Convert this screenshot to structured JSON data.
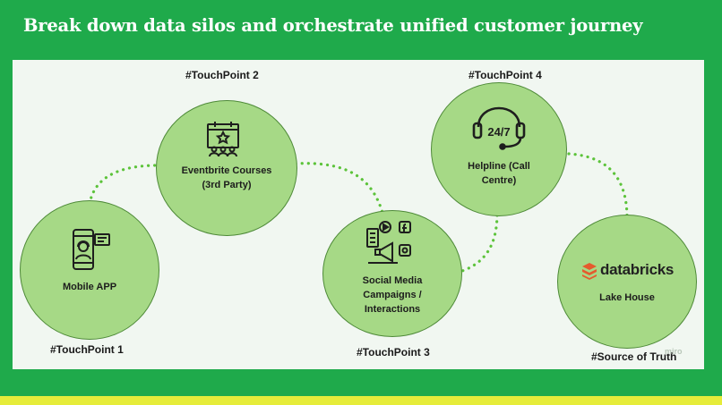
{
  "title": "Break down data silos and orchestrate unified customer journey",
  "touchpoints": {
    "tp1": "#TouchPoint 1",
    "tp2": "#TouchPoint 2",
    "tp3": "#TouchPoint 3",
    "tp4": "#TouchPoint 4",
    "source": "#Source of Truth"
  },
  "nodes": {
    "mobile": {
      "label": "Mobile APP",
      "icon": "mobile-support-icon"
    },
    "eventbrite": {
      "label_line1": "Eventbrite Courses",
      "label_line2": "(3rd Party)",
      "icon": "event-calendar-icon"
    },
    "social": {
      "label_line1": "Social Media",
      "label_line2": "Campaigns /",
      "label_line3": "Interactions",
      "icon": "social-media-icon"
    },
    "helpline": {
      "label_line1": "Helpline (Call",
      "label_line2": "Centre)",
      "icon": "headset-24-7-icon",
      "badge": "24/7"
    },
    "lakehouse": {
      "brand": "databricks",
      "label": "Lake House",
      "icon": "databricks-logo-icon"
    }
  },
  "watermark": "miro",
  "colors": {
    "background": "#1faa4b",
    "panel": "#f1f7f1",
    "node_fill": "#a6d986",
    "node_border": "#4e8a38",
    "connector": "#5cc33a",
    "bottom_bar": "#e6ec3a",
    "databricks": "#e55b2d"
  }
}
